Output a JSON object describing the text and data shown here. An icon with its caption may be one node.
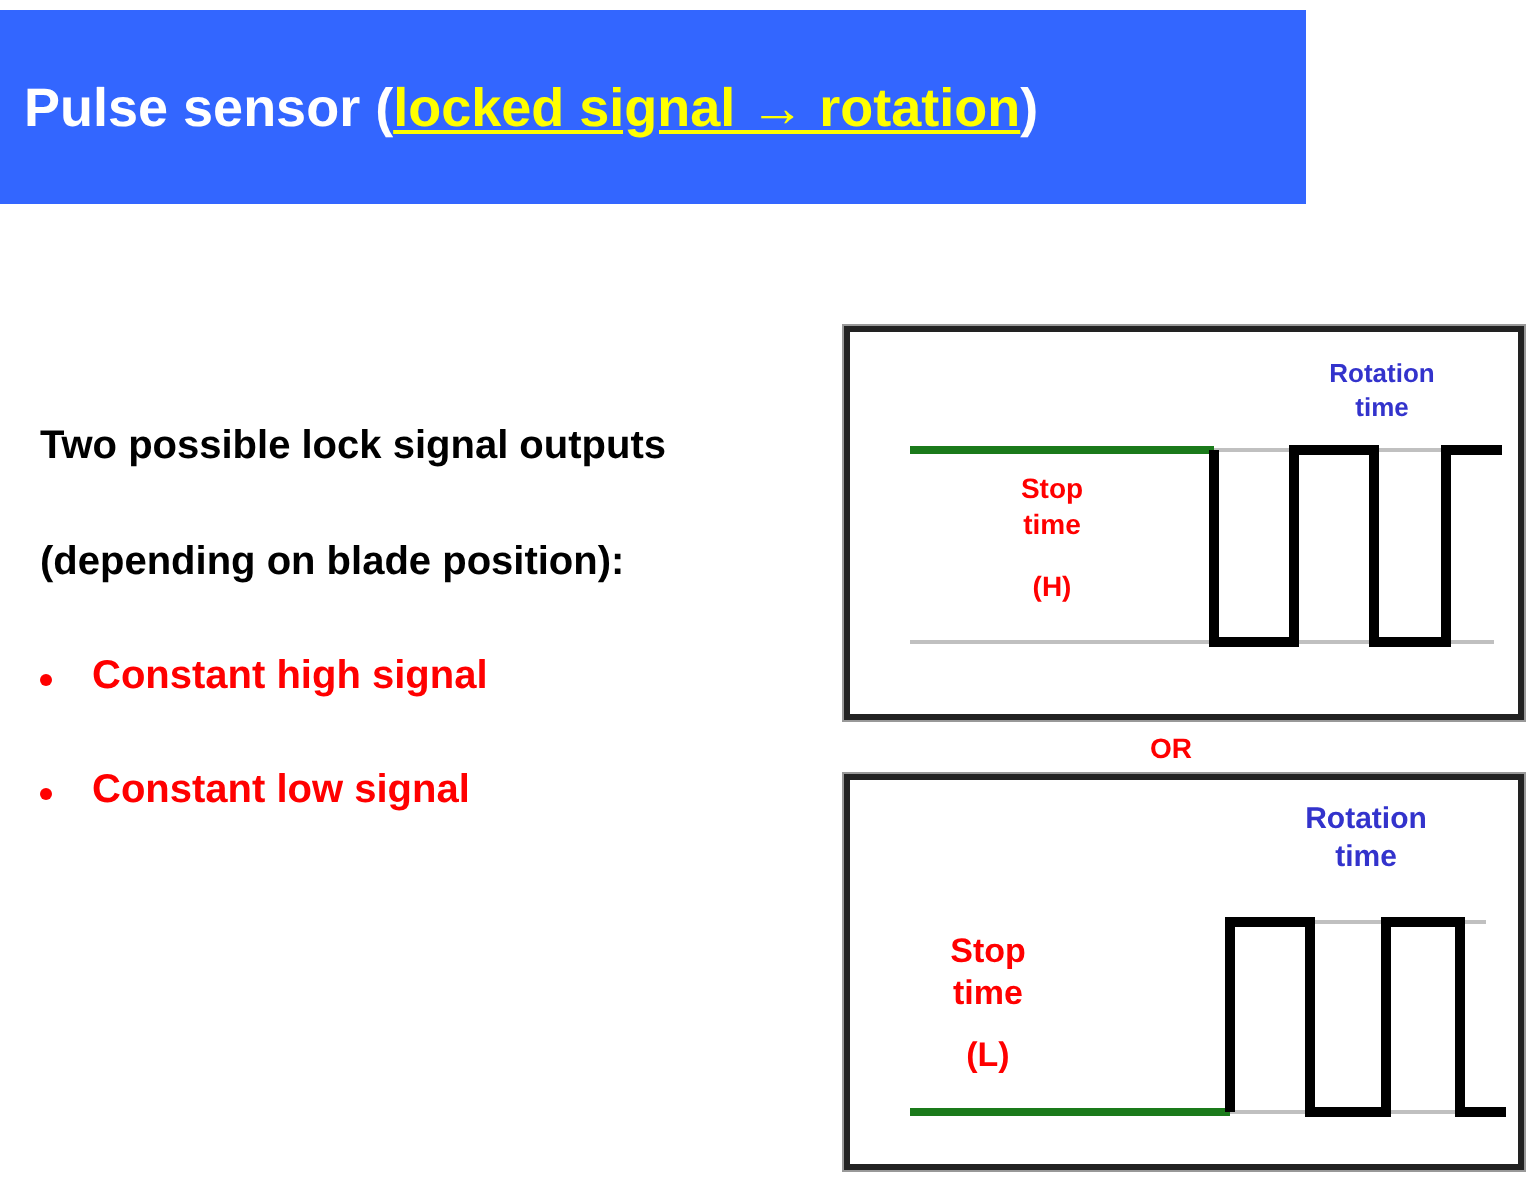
{
  "diagram": {
    "title": "Pulse sensor (*locked signal → rotation*)",
    "nodes": [
      {
        "text": [
          "Rotation time",
          "Stop time",
          "(H)"
        ]
      },
      {
        "text": [
          "Rotation time",
          "Stop time",
          "(L)"
        ]
      }
    ],
    "labels": [
      "Two possible lock signal outputs",
      "(depending on blade position):",
      "Constant high signal",
      "Constant low signal",
      "OR"
    ]
  }
}
